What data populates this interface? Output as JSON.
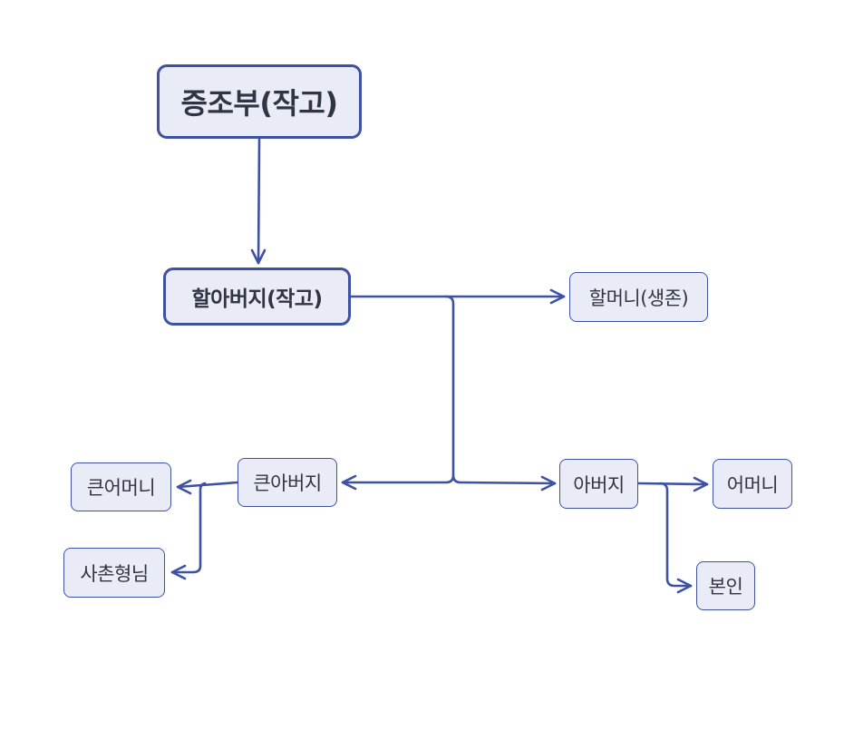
{
  "diagram": {
    "type": "family-tree",
    "colors": {
      "stroke": "#3f51a3",
      "node_fill": "#e9ebf6",
      "text": "#2f3542",
      "background": "#ffffff"
    },
    "nodes": {
      "great_grandfather": "증조부(작고)",
      "grandfather": "할아버지(작고)",
      "grandmother": "할머니(생존)",
      "elder_uncle": "큰아버지",
      "elder_aunt": "큰어머니",
      "cousin": "사촌형님",
      "father": "아버지",
      "mother": "어머니",
      "self": "본인"
    },
    "edges": [
      {
        "from": "great_grandfather",
        "to": "grandfather"
      },
      {
        "from": "grandfather",
        "to": "grandmother"
      },
      {
        "from": "grandfather",
        "to": "elder_uncle"
      },
      {
        "from": "grandfather",
        "to": "father"
      },
      {
        "from": "elder_uncle",
        "to": "elder_aunt"
      },
      {
        "from": "elder_uncle",
        "to": "cousin"
      },
      {
        "from": "father",
        "to": "mother"
      },
      {
        "from": "father",
        "to": "self"
      }
    ]
  }
}
